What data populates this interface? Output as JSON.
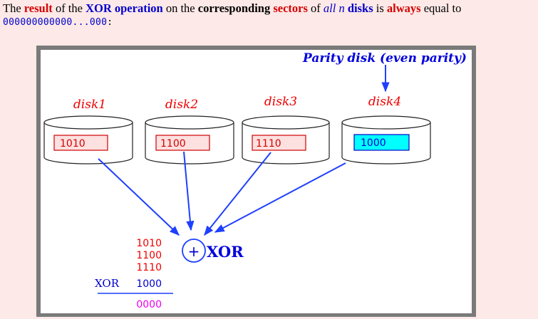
{
  "intro": {
    "w1": "The",
    "w2": "result",
    "w3": "of the",
    "w4": "XOR operation",
    "w5": "on the",
    "w6": "corresponding",
    "w7": "sectors",
    "w8": "of",
    "w9": "all n",
    "w10": "disks",
    "w11": "is",
    "w12": "always",
    "w13": "equal to",
    "zeros": "000000000000...000",
    "colon": ":"
  },
  "parity_label": "Parity disk (even parity)",
  "disks": [
    {
      "name": "disk1",
      "value": "1010",
      "fill": "#fde0e0"
    },
    {
      "name": "disk2",
      "value": "1100",
      "fill": "#fde0e0"
    },
    {
      "name": "disk3",
      "value": "1110",
      "fill": "#fde0e0"
    },
    {
      "name": "disk4",
      "value": "1000",
      "fill": "#00ffff"
    }
  ],
  "xor_symbol": "+",
  "xor_label": "XOR",
  "calc": {
    "lines": [
      "1010",
      "1100",
      "1110"
    ],
    "xor_prefix": "XOR",
    "xor_value": "1000",
    "result": "0000"
  },
  "colors": {
    "red": "#ee0000",
    "blue": "#0000ee",
    "magenta": "#ee00ee",
    "arrow": "#1f3fff"
  }
}
